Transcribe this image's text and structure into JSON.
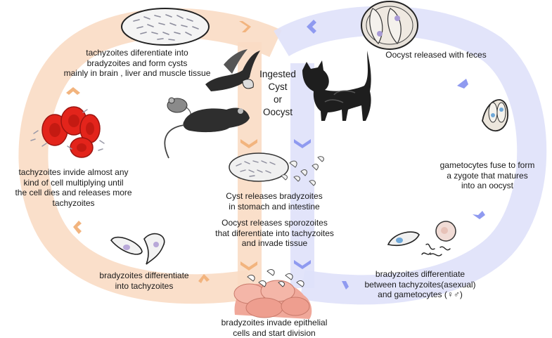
{
  "labels": {
    "ingested": "Ingested\nCyst\nor\nOocyst",
    "tachy_to_brady": "tachyzoites diferentiate into\nbradyzoites and form cysts\nmainly in brain , liver and muscle tissue",
    "tachy_invade": "tachyzoites invide almost any\nkind of cell multiplying until\nthe cell dies and releases more\ntachyzoites",
    "brady_to_tachy": "bradyzoites differentiate\ninto tachyzoites",
    "brady_invade": "bradyzoites invade epithelial\ncells and start division",
    "cyst_releases": "Cyst releases bradyzoites\nin stomach and intestine",
    "oocyst_releases": "Oocyst releases sporozoites\nthat diferentiate into tachyzoites\nand invade tissue",
    "oocyst_feces": "Oocyst released with feces",
    "gametocytes_fuse": "gametocytes fuse to form\na zygote that matures\ninto an oocyst",
    "brady_gametocytes": "bradyzoites differentiate\nbetween tachyzoites(asexual)\nand gametocytes (♀♂)"
  },
  "colors": {
    "left_cycle": "#f9dcc4",
    "left_arrow": "#f2b47e",
    "right_cycle": "#dfe1f9",
    "right_arrow": "#8f9af0",
    "blood_cell": "#e3241b",
    "cell_tissue": "#f0a89a"
  }
}
